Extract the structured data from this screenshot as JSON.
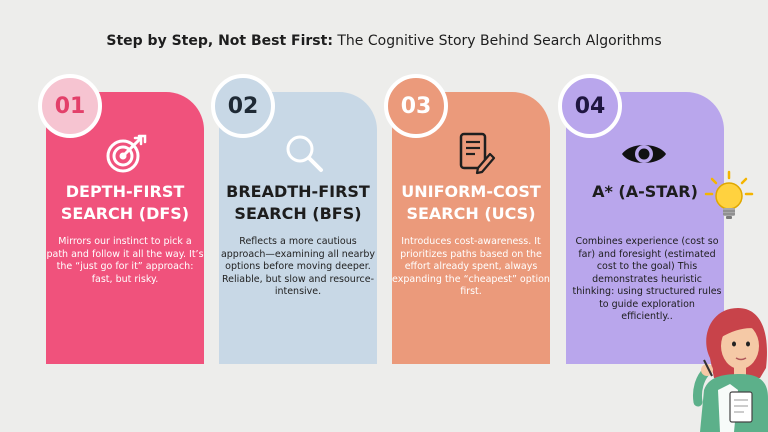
{
  "header": {
    "title_bold": "Step by Step, Not Best First:",
    "title_rest": " The Cognitive Story Behind Search Algorithms"
  },
  "cards": [
    {
      "number": "01",
      "icon": "target-icon",
      "heading_line1": "DEPTH-FIRST",
      "heading_line2": "SEARCH (DFS)",
      "description": "Mirrors our instinct to pick a path and follow it all the way. It’s the “just go for it” approach: fast, but risky.",
      "color": "#f0527c"
    },
    {
      "number": "02",
      "icon": "magnifier-icon",
      "heading_line1": "BREADTH-FIRST",
      "heading_line2": "SEARCH (BFS)",
      "description": "Reflects a more cautious approach—examining all nearby options before moving deeper. Reliable, but slow and resource-intensive.",
      "color": "#c8d8e6"
    },
    {
      "number": "03",
      "icon": "document-edit-icon",
      "heading_line1": "UNIFORM-COST",
      "heading_line2": "SEARCH (UCS)",
      "description": "Introduces cost-awareness. It prioritizes paths based on the effort already spent, always expanding the “cheapest” option first.",
      "color": "#eb9a7b"
    },
    {
      "number": "04",
      "icon": "eye-icon",
      "heading_line1": "A* (A-STAR)",
      "heading_line2": "",
      "description": "Combines experience (cost so far) and foresight (estimated cost to the goal) This demonstrates heuristic thinking: using structured rules to guide exploration efficiently..",
      "color": "#b9a6ec"
    }
  ],
  "decorations": {
    "bulb": "lightbulb-icon",
    "person": "thinking-woman-illustration"
  }
}
